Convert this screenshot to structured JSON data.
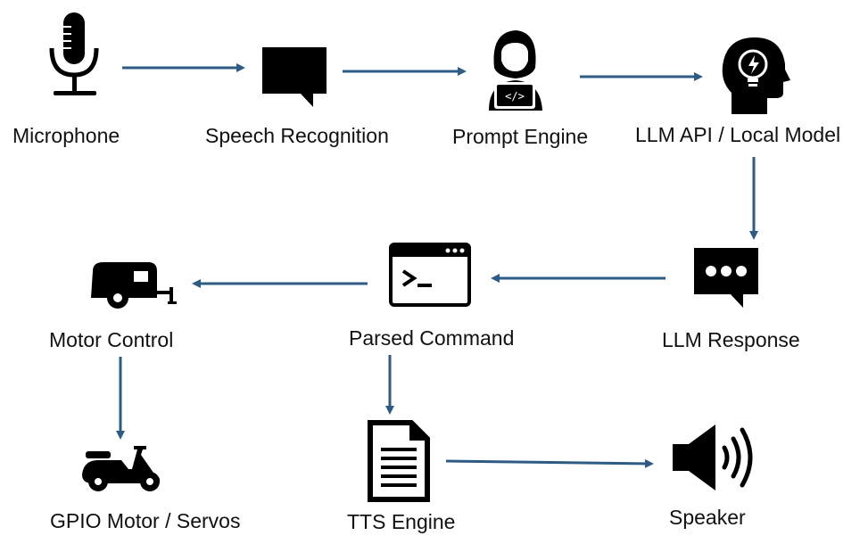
{
  "colors": {
    "arrow": "#2e5b84",
    "icon": "#000000",
    "text": "#111111"
  },
  "nodes": {
    "microphone": {
      "label": "Microphone",
      "icon": "microphone-icon"
    },
    "speech_recognition": {
      "label": "Speech Recognition",
      "icon": "speech-bubble-icon"
    },
    "prompt_engine": {
      "label": "Prompt Engine",
      "icon": "developer-icon"
    },
    "llm_api": {
      "label": "LLM API / Local Model",
      "icon": "head-lightbulb-icon"
    },
    "llm_response": {
      "label": "LLM Response",
      "icon": "chat-ellipsis-icon"
    },
    "parsed_command": {
      "label": "Parsed Command",
      "icon": "terminal-window-icon"
    },
    "motor_control": {
      "label": "Motor Control",
      "icon": "camper-trailer-icon"
    },
    "gpio": {
      "label": "GPIO Motor / Servos",
      "icon": "scooter-icon"
    },
    "tts_engine": {
      "label": "TTS Engine",
      "icon": "document-icon"
    },
    "speaker": {
      "label": "Speaker",
      "icon": "speaker-volume-icon"
    }
  },
  "edges": [
    {
      "from": "microphone",
      "to": "speech_recognition"
    },
    {
      "from": "speech_recognition",
      "to": "prompt_engine"
    },
    {
      "from": "prompt_engine",
      "to": "llm_api"
    },
    {
      "from": "llm_api",
      "to": "llm_response"
    },
    {
      "from": "llm_response",
      "to": "parsed_command"
    },
    {
      "from": "parsed_command",
      "to": "motor_control"
    },
    {
      "from": "motor_control",
      "to": "gpio"
    },
    {
      "from": "parsed_command",
      "to": "tts_engine"
    },
    {
      "from": "tts_engine",
      "to": "speaker"
    }
  ]
}
